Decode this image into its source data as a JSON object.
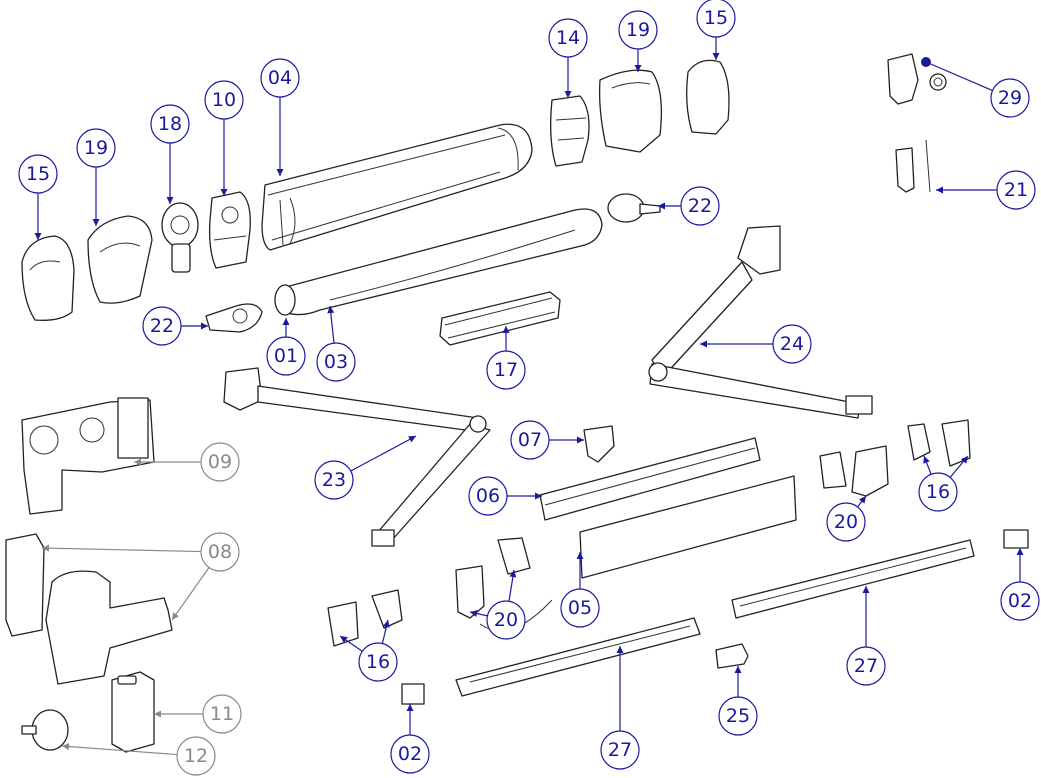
{
  "colors": {
    "callout_active": "#1a1a9e",
    "callout_inactive": "#8a8a8a",
    "line": "#222222"
  },
  "callouts": {
    "c01": {
      "label": "01",
      "state": "active"
    },
    "c02a": {
      "label": "02",
      "state": "active"
    },
    "c02b": {
      "label": "02",
      "state": "active"
    },
    "c03": {
      "label": "03",
      "state": "active"
    },
    "c04": {
      "label": "04",
      "state": "active"
    },
    "c05": {
      "label": "05",
      "state": "active"
    },
    "c06": {
      "label": "06",
      "state": "active"
    },
    "c07": {
      "label": "07",
      "state": "active"
    },
    "c08": {
      "label": "08",
      "state": "inactive"
    },
    "c09": {
      "label": "09",
      "state": "inactive"
    },
    "c10": {
      "label": "10",
      "state": "active"
    },
    "c11": {
      "label": "11",
      "state": "inactive"
    },
    "c12": {
      "label": "12",
      "state": "inactive"
    },
    "c14": {
      "label": "14",
      "state": "active"
    },
    "c15a": {
      "label": "15",
      "state": "active"
    },
    "c15b": {
      "label": "15",
      "state": "active"
    },
    "c16a": {
      "label": "16",
      "state": "active"
    },
    "c16b": {
      "label": "16",
      "state": "active"
    },
    "c17": {
      "label": "17",
      "state": "active"
    },
    "c18": {
      "label": "18",
      "state": "active"
    },
    "c19a": {
      "label": "19",
      "state": "active"
    },
    "c19b": {
      "label": "19",
      "state": "active"
    },
    "c20a": {
      "label": "20",
      "state": "active"
    },
    "c20b": {
      "label": "20",
      "state": "active"
    },
    "c21": {
      "label": "21",
      "state": "active"
    },
    "c22a": {
      "label": "22",
      "state": "active"
    },
    "c22b": {
      "label": "22",
      "state": "active"
    },
    "c23": {
      "label": "23",
      "state": "active"
    },
    "c24": {
      "label": "24",
      "state": "active"
    },
    "c25": {
      "label": "25",
      "state": "active"
    },
    "c27a": {
      "label": "27",
      "state": "active"
    },
    "c27b": {
      "label": "27",
      "state": "active"
    },
    "c29": {
      "label": "29",
      "state": "active"
    }
  }
}
